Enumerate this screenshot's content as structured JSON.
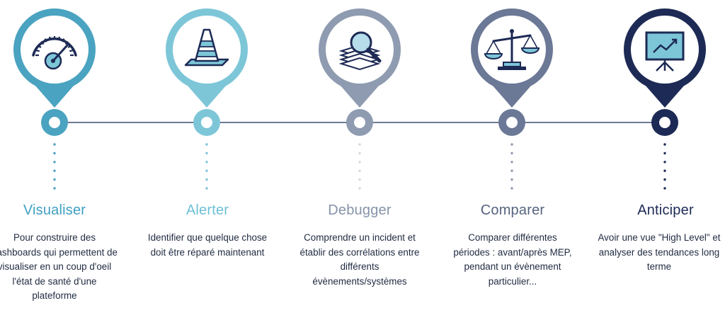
{
  "colors": {
    "line": "#6c7a96",
    "step1": "#4aa3c0",
    "step2": "#7dc6d8",
    "step3": "#8e9bb0",
    "step4": "#6b7896",
    "step5": "#1d2a55"
  },
  "steps": [
    {
      "title": "Visualiser",
      "icon": "speedometer-icon",
      "description": "Pour construire des dashboards qui permettent de visualiser en un coup d'oeil l'état de santé d'une plateforme"
    },
    {
      "title": "Alerter",
      "icon": "traffic-cone-icon",
      "description": "Identifier que quelque chose doit être réparé maintenant"
    },
    {
      "title": "Debugger",
      "icon": "magnifier-on-documents-icon",
      "description": "Comprendre un incident et établir des corrélations entre différents évènements/systèmes"
    },
    {
      "title": "Comparer",
      "icon": "balance-scale-icon",
      "description": "Comparer différentes périodes : avant/après MEP, pendant un évènement particulier..."
    },
    {
      "title": "Anticiper",
      "icon": "presentation-board-icon",
      "description": "Avoir une vue \"High Level\" et analyser des tendances long terme"
    }
  ]
}
